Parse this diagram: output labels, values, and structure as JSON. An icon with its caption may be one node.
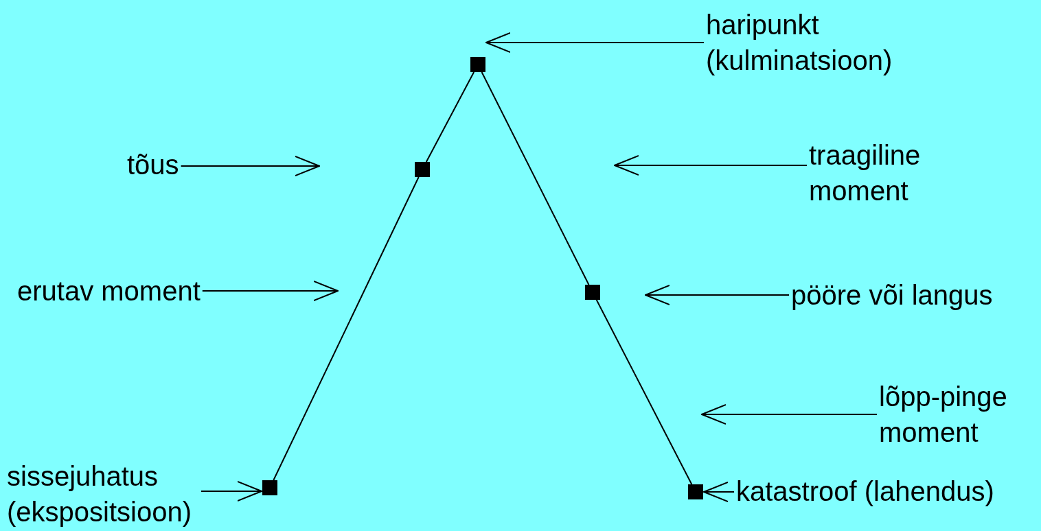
{
  "diagram": {
    "nodes": [
      {
        "text": [
          "haripunkt (kulminatsioon)"
        ]
      },
      {
        "text": [],
        "shape": "box"
      },
      {
        "text": [
          "tõus"
        ]
      },
      {
        "text": [],
        "shape": "box"
      },
      {
        "text": [
          "traagiline moment"
        ]
      },
      {
        "text": [
          "erutav moment"
        ]
      },
      {
        "text": [],
        "shape": "box"
      },
      {
        "text": [
          "pööre või langus"
        ]
      },
      {
        "text": [
          "lõpp-pinge moment"
        ]
      },
      {
        "text": [
          "sissejuhatus (ekspositsioon)"
        ]
      },
      {
        "text": [],
        "shape": "box"
      },
      {
        "text": [],
        "shape": "box"
      },
      {
        "text": [
          "katastroof (lahendus)"
        ]
      }
    ],
    "edges": [
      {
        "from": 10,
        "to": 3,
        "arrow": "none"
      },
      {
        "from": 3,
        "to": 1,
        "arrow": "none"
      },
      {
        "from": 1,
        "to": 6,
        "arrow": "none"
      },
      {
        "from": 6,
        "to": 11,
        "arrow": "none"
      },
      {
        "from": 0,
        "to": 1,
        "arrow": "to"
      },
      {
        "from": 2,
        "to": null,
        "arrow": "to"
      },
      {
        "from": 4,
        "to": null,
        "arrow": "to"
      },
      {
        "from": 5,
        "to": null,
        "arrow": "to"
      },
      {
        "from": 7,
        "to": null,
        "arrow": "to"
      },
      {
        "from": 8,
        "to": null,
        "arrow": "to"
      },
      {
        "from": 9,
        "to": 10,
        "arrow": "to"
      },
      {
        "from": 12,
        "to": 11,
        "arrow": "to"
      }
    ]
  }
}
